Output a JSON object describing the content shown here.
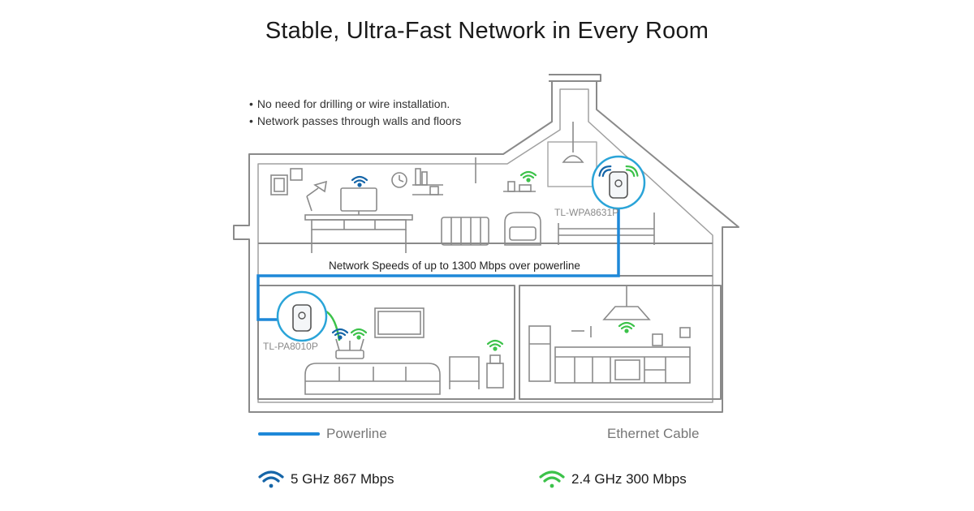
{
  "title": "Stable, Ultra-Fast Network in Every Room",
  "bullets": [
    "No need for drilling or wire installation.",
    "Network passes through walls and floors"
  ],
  "speed_label": "Network Speeds of up to 1300 Mbps over powerline",
  "devices": {
    "upstairs_model": "TL-WPA8631P",
    "downstairs_model": "TL-PA8010P"
  },
  "legend": {
    "powerline": "Powerline",
    "ethernet": "Ethernet Cable",
    "band_5": "5 GHz  867 Mbps",
    "band_24": "2.4 GHz  300 Mbps"
  },
  "colors": {
    "powerline": "#1e88d8",
    "ethernet": "#3cc24a",
    "wifi_5": "#1565a8",
    "wifi_24": "#3cc24a",
    "outline": "#8a8a8a"
  },
  "icons": [
    "wifi-icon",
    "tv-icon",
    "sofa-icon",
    "router-icon",
    "fridge-icon",
    "range-hood-icon",
    "bed-icon",
    "lamp-icon",
    "clock-icon"
  ]
}
